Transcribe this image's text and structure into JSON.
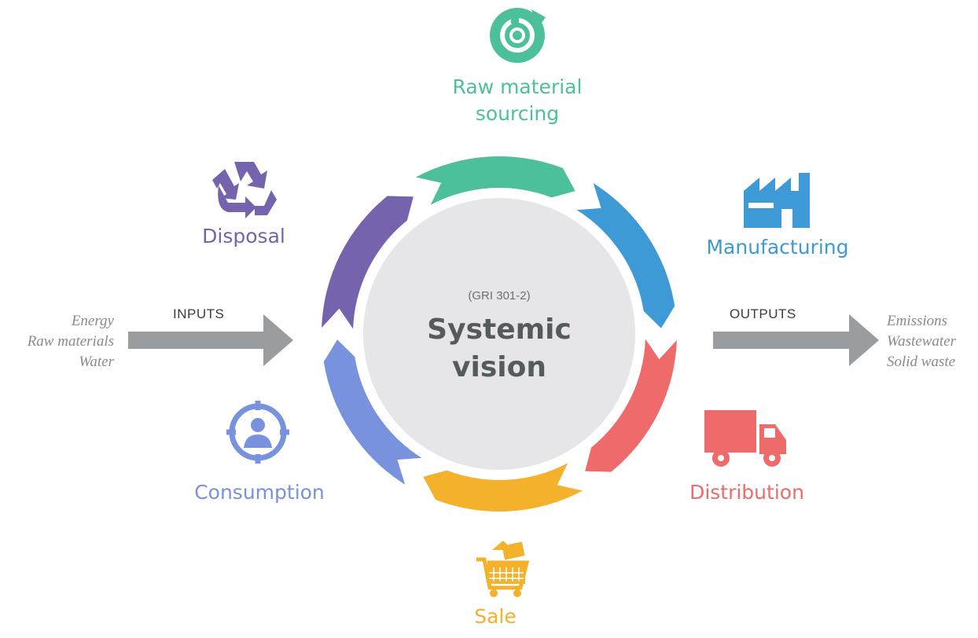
{
  "center": {
    "subtitle": "(GRI 301-2)",
    "title_line1": "Systemic",
    "title_line2": "vision"
  },
  "inputs": {
    "heading": "INPUTS",
    "items": [
      "Energy",
      "Raw materials",
      "Water"
    ]
  },
  "outputs": {
    "heading": "OUTPUTS",
    "items": [
      "Emissions",
      "Wastewater",
      "Solid waste"
    ]
  },
  "stages": [
    {
      "key": "raw",
      "label_line1": "Raw material",
      "label_line2": "sourcing",
      "color": "#4cc09a",
      "icon": "recycle-circle-icon"
    },
    {
      "key": "manufacturing",
      "label_line1": "Manufacturing",
      "color": "#3d9ad6",
      "icon": "factory-icon"
    },
    {
      "key": "distribution",
      "label_line1": "Distribution",
      "color": "#ef6a6a",
      "icon": "truck-icon"
    },
    {
      "key": "sale",
      "label_line1": "Sale",
      "color": "#f4b12b",
      "icon": "shopping-cart-icon"
    },
    {
      "key": "consumption",
      "label_line1": "Consumption",
      "color": "#7892de",
      "icon": "person-target-icon"
    },
    {
      "key": "disposal",
      "label_line1": "Disposal",
      "color": "#7564ad",
      "icon": "recycle-icon"
    }
  ],
  "colors": {
    "arrow_gray": "#9a9da0",
    "center_fill": "#e6e6e8",
    "text_dark": "#555a5d"
  }
}
